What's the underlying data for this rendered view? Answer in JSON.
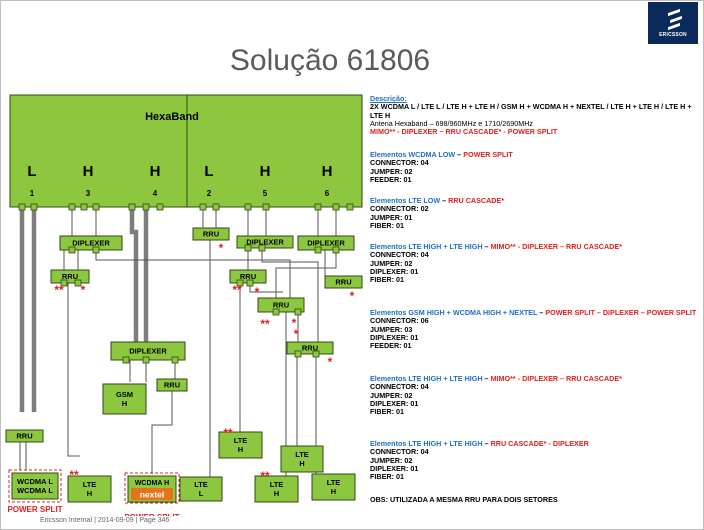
{
  "title": "Solução 61806",
  "logo_text": "ERICSSON",
  "footer": "Ericsson Internal  |  2014-09-09  |  Page 346",
  "diagram": {
    "antenna": "HexaBand",
    "ports": [
      {
        "band": "L",
        "num": "1"
      },
      {
        "band": "H",
        "num": "3"
      },
      {
        "band": "H",
        "num": "4"
      },
      {
        "band": "L",
        "num": "2"
      },
      {
        "band": "H",
        "num": "5"
      },
      {
        "band": "H",
        "num": "6"
      }
    ],
    "diplexer": "DIPLEXER",
    "rru": "RRU",
    "gsm_h": [
      "GSM",
      "H"
    ],
    "lte_h": [
      "LTE",
      "H"
    ],
    "lte_l": [
      "LTE",
      "L"
    ],
    "wcdma_l": [
      "WCDMA L",
      "WCDMA L"
    ],
    "wcdma_h": "WCDMA H",
    "nextel": "nextel",
    "power_split": "POWER SPLIT",
    "star": "*",
    "double_star": "**"
  },
  "description": {
    "label": "Descrição:",
    "line1": "2X WCDMA L / LTE L / LTE H + LTE H / GSM H + WCDMA H + NEXTEL / LTE H + LTE H / LTE H + LTE H",
    "line2": "Antena Hexaband – 698/960MHz  e  1710/2690MHz",
    "line3": "MIMO** - DIPLEXER – RRU CASCADE* - POWER SPLIT"
  },
  "elements": [
    {
      "head": "Elementos WCDMA LOW",
      "sep": " – ",
      "tail": "POWER SPLIT",
      "items": [
        "CONNECTOR: 04",
        "JUMPER: 02",
        "FEEDER: 01"
      ]
    },
    {
      "head": "Elementos LTE LOW",
      "sep": " – ",
      "tail": "RRU CASCADE*",
      "items": [
        "CONNECTOR: 02",
        "JUMPER: 01",
        "FIBER: 01"
      ]
    },
    {
      "head": "Elementos  LTE HIGH + LTE HIGH",
      "sep": " – ",
      "tail": "MIMO** - DIPLEXER – RRU CASCADE*",
      "items": [
        "CONNECTOR: 04",
        "JUMPER: 02",
        "DIPLEXER: 01",
        "FIBER: 01"
      ]
    },
    {
      "head": "Elementos GSM HIGH + WCDMA HIGH + NEXTEL",
      "sep": " – ",
      "tail": "POWER SPLIT – DIPLEXER – POWER SPLIT",
      "items": [
        "CONNECTOR: 06",
        "JUMPER: 03",
        "DIPLEXER: 01",
        "FEEDER: 01"
      ]
    },
    {
      "head": "Elementos  LTE HIGH + LTE HIGH",
      "sep": " – ",
      "tail": "MIMO** - DIPLEXER – RRU CASCADE*",
      "items": [
        "CONNECTOR: 04",
        "JUMPER: 02",
        "DIPLEXER: 01",
        "FIBER: 01"
      ]
    },
    {
      "head": "Elementos  LTE HIGH + LTE HIGH",
      "sep": " – ",
      "tail": "RRU CASCADE* - DIPLEXER",
      "items": [
        "CONNECTOR: 04",
        "JUMPER: 02",
        "DIPLEXER: 01",
        "FIBER: 01"
      ]
    }
  ],
  "note": "OBS: UTILIZADA A MESMA RRU PARA DOIS SETORES",
  "colors": {
    "green": "#8dc63f",
    "dark": "#2f4a14",
    "blue": "#1f6fc5",
    "red": "#e02020",
    "navy": "#0a2a5c"
  }
}
